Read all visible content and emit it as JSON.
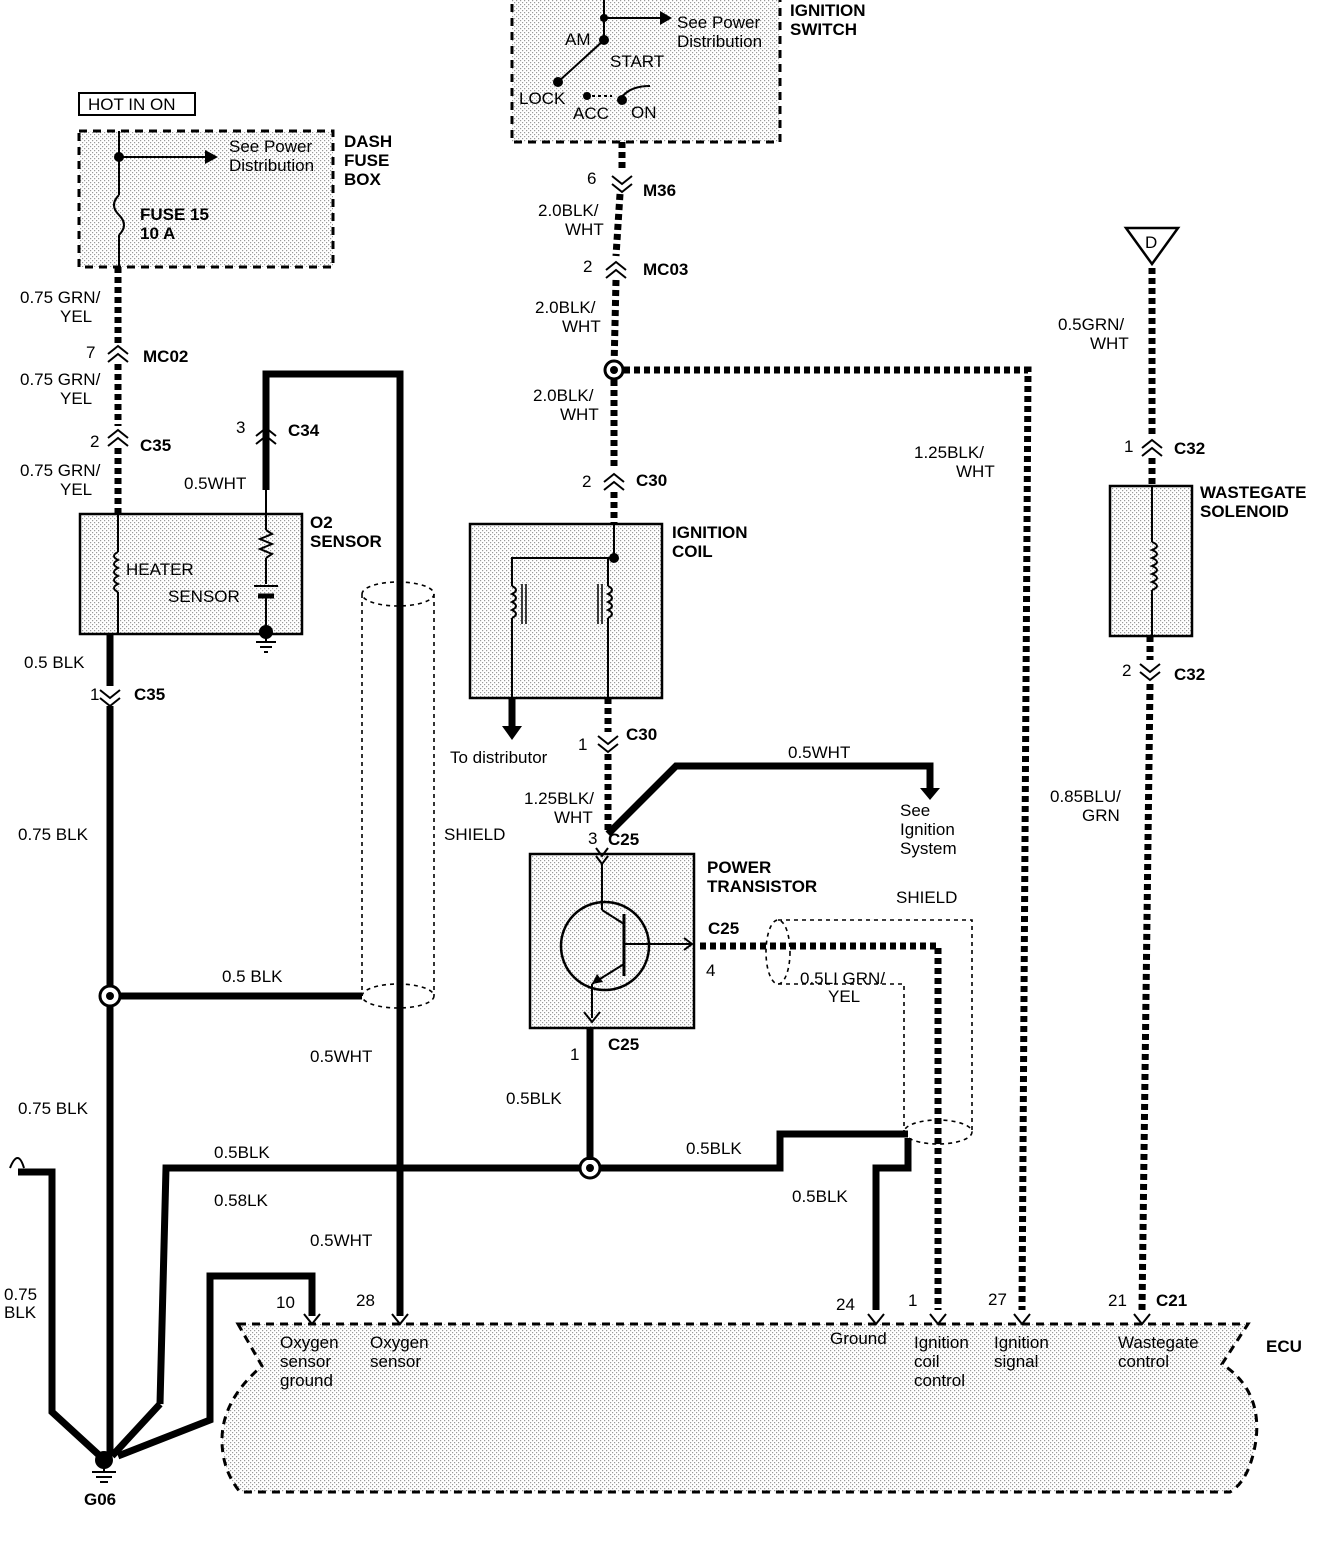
{
  "header": {
    "hot_in_on": "HOT IN ON",
    "ignition_switch": [
      "IGNITION",
      "SWITCH"
    ],
    "dash_fuse_box": [
      "DASH",
      "FUSE",
      "BOX"
    ]
  },
  "fuse": {
    "name": "FUSE 15",
    "rating": "10 A",
    "see_power": [
      "See Power",
      "Distribution"
    ]
  },
  "ignition_switch": {
    "positions": [
      "AM",
      "START",
      "LOCK",
      "ACC",
      "ON"
    ],
    "see_power": [
      "See Power",
      "Distribution"
    ]
  },
  "connectors": {
    "m36": {
      "pin": "6",
      "name": "M36"
    },
    "mc03": {
      "pin": "2",
      "name": "MC03"
    },
    "mc02": {
      "pin": "7",
      "name": "MC02"
    },
    "c35_top": {
      "pin": "2",
      "name": "C35"
    },
    "c34": {
      "pin": "3",
      "name": "C34"
    },
    "c35_bottom": {
      "pin": "1",
      "name": "C35"
    },
    "c30_top": {
      "pin": "2",
      "name": "C30"
    },
    "c30_bottom": {
      "pin": "1",
      "name": "C30"
    },
    "c25_top": {
      "pin": "3",
      "name": "C25"
    },
    "c25_right": {
      "pin": "4",
      "name": "C25"
    },
    "c25_bottom": {
      "pin": "1",
      "name": "C25"
    },
    "c32_top": {
      "pin": "1",
      "name": "C32"
    },
    "c32_bottom": {
      "pin": "2",
      "name": "C32"
    },
    "c21": {
      "name": "C21"
    }
  },
  "wires": {
    "grn_yel_1": [
      "0.75 GRN/",
      "YEL"
    ],
    "grn_yel_2": [
      "0.75 GRN/",
      "YEL"
    ],
    "grn_yel_3": [
      "0.75 GRN/",
      "YEL"
    ],
    "blk_wht_1": [
      "2.0BLK/",
      "WHT"
    ],
    "blk_wht_2": [
      "2.0BLK/",
      "WHT"
    ],
    "blk_wht_3": [
      "2.0BLK/",
      "WHT"
    ],
    "blk_wht_125_right": [
      "1.25BLK/",
      "WHT"
    ],
    "blk_wht_125_coil": [
      "1.25BLK/",
      "WHT"
    ],
    "wht_05_c34": "0.5WHT",
    "blk_05_o2": "0.5 BLK",
    "blk_075_a": "0.75 BLK",
    "blk_05_shield": "0.5 BLK",
    "wht_05_mid": "0.5WHT",
    "blk_075_b": "0.75 BLK",
    "blk_05_left": "0.5BLK",
    "blk_058": "0.58LK",
    "wht_05_lower": "0.5WHT",
    "blk_075_ground": [
      "0.75",
      "BLK"
    ],
    "wht_05_see_ign": "0.5WHT",
    "blk_05_transistor": "0.5BLK",
    "blk_05_right_a": "0.5BLK",
    "blk_05_right_b": "0.5BLK",
    "grn_yel_05_shield": [
      "0.5LI GRN/",
      "YEL"
    ],
    "grn_wht_wastegate": [
      "0.5GRN/",
      "WHT"
    ],
    "blu_grn_wastegate": [
      "0.85BLU/",
      "GRN"
    ]
  },
  "components": {
    "o2_sensor": [
      "O2",
      "SENSOR"
    ],
    "heater": "HEATER",
    "sensor": "SENSOR",
    "ignition_coil": [
      "IGNITION",
      "COIL"
    ],
    "to_distributor": "To distributor",
    "power_transistor": [
      "POWER",
      "TRANSISTOR"
    ],
    "see_ignition": [
      "See",
      "Ignition",
      "System"
    ],
    "shield_left": "SHIELD",
    "shield_right": "SHIELD",
    "wastegate": [
      "WASTEGATE",
      "SOLENOID"
    ],
    "d_marker": "D",
    "ground": "G06"
  },
  "ecu": {
    "label": "ECU",
    "pins": [
      {
        "num": "10",
        "label": [
          "Oxygen",
          "sensor",
          "ground"
        ]
      },
      {
        "num": "28",
        "label": [
          "Oxygen",
          "sensor"
        ]
      },
      {
        "num": "24",
        "label": [
          "Ground"
        ]
      },
      {
        "num": "1",
        "label": [
          "Ignition",
          "coil",
          "control"
        ]
      },
      {
        "num": "27",
        "label": [
          "Ignition",
          "signal"
        ]
      },
      {
        "num": "21",
        "label": [
          "Wastegate",
          "control"
        ]
      }
    ]
  }
}
